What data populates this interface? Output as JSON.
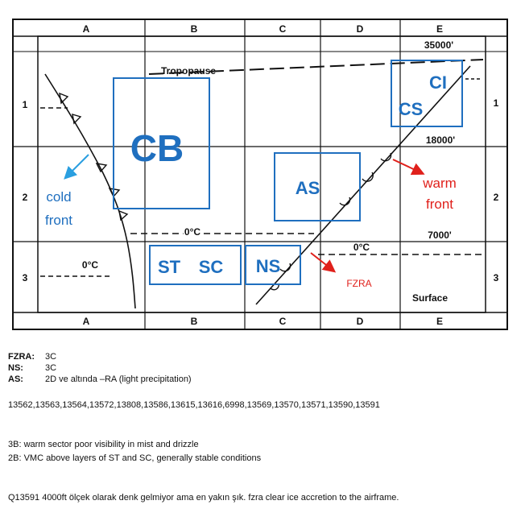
{
  "grid": {
    "columns": [
      "A",
      "B",
      "C",
      "D",
      "E"
    ],
    "rows": [
      "1",
      "2",
      "3"
    ]
  },
  "altitudes": {
    "top": "35000'",
    "mid": "18000'",
    "low": "7000'",
    "surface": "Surface"
  },
  "labels": {
    "tropopause": "Tropopause",
    "freezing_left": "0°C",
    "freezing_mid": "0°C",
    "freezing_right": "0°C"
  },
  "annotations": {
    "cb": "CB",
    "ci": "CI",
    "cs": "CS",
    "as": "AS",
    "st": "ST",
    "sc": "SC",
    "ns": "NS",
    "cold_front_1": "cold",
    "cold_front_2": "front",
    "warm_front_1": "warm",
    "warm_front_2": "front",
    "fzra": "FZRA"
  },
  "colors": {
    "blue": "#1f6fbf",
    "red": "#e0201b",
    "arrow_blue": "#2a9fe0"
  },
  "legend": [
    {
      "key": "FZRA:",
      "value": "3C"
    },
    {
      "key": "NS:",
      "value": "3C"
    },
    {
      "key": "AS:",
      "value": "2D  ve altında –RA (light precipitation)"
    }
  ],
  "question_ids": "13562,13563,13564,13572,13808,13586,13615,13616,6998,13569,13570,13571,13590,13591",
  "notes": [
    "3B: warm sector poor visibility in mist and drizzle",
    "2B: VMC above layers of ST and SC, generally stable conditions"
  ],
  "remark": "Q13591 4000ft ölçek olarak denk gelmiyor ama en yakın şık. fzra clear ice accretion to the airframe."
}
